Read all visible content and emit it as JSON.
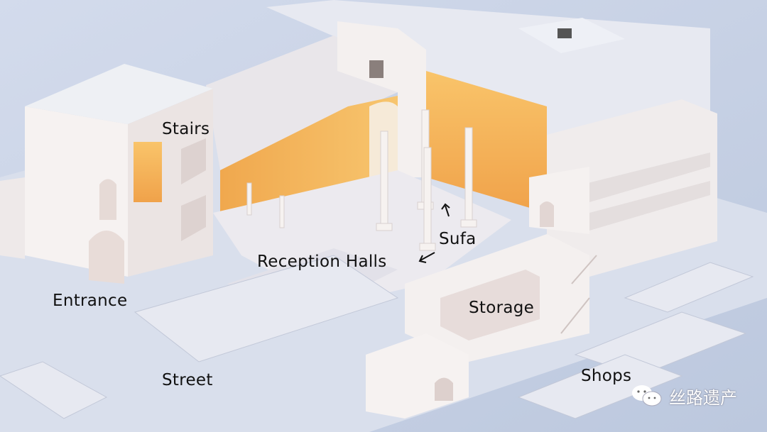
{
  "labels": {
    "stairs": "Stairs",
    "entrance": "Entrance",
    "reception_halls": "Reception Halls",
    "sufa": "Sufa",
    "storage": "Storage",
    "street": "Street",
    "shops": "Shops"
  },
  "watermark": {
    "text": "丝路遗产",
    "icon": "wechat-icon"
  },
  "colors": {
    "background": "#c9d3e6",
    "wall": "#f3efee",
    "wall_shade": "#e3dcdc",
    "orange_wall": "#f2b25a"
  }
}
